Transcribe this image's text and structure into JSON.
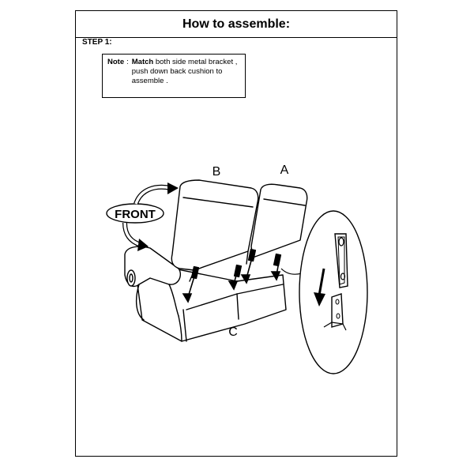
{
  "title": "How to assemble:",
  "step": "STEP 1:",
  "note": {
    "label": "Note",
    "bold_word": "Match",
    "text": " both side metal bracket , push down back cushion to assemble ."
  },
  "labels": {
    "front": "FRONT",
    "a": "A",
    "b": "B",
    "c": "C"
  }
}
